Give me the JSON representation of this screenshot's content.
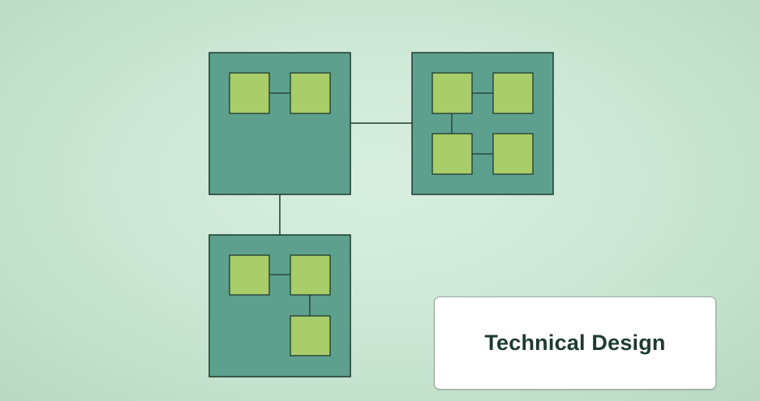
{
  "caption": {
    "text": "Technical Design"
  },
  "colors": {
    "background": "#cfe9d8",
    "module_fill": "#5ea08e",
    "component_fill": "#a9cd68",
    "stroke": "#1e3a2f",
    "caption_text": "#1d3b2f"
  },
  "diagram": {
    "modules": [
      {
        "id": "module-top-left",
        "components": 2
      },
      {
        "id": "module-top-right",
        "components": 4
      },
      {
        "id": "module-bottom-left",
        "components": 3
      }
    ],
    "module_links": [
      [
        "module-top-left",
        "module-top-right"
      ],
      [
        "module-top-left",
        "module-bottom-left"
      ]
    ]
  }
}
